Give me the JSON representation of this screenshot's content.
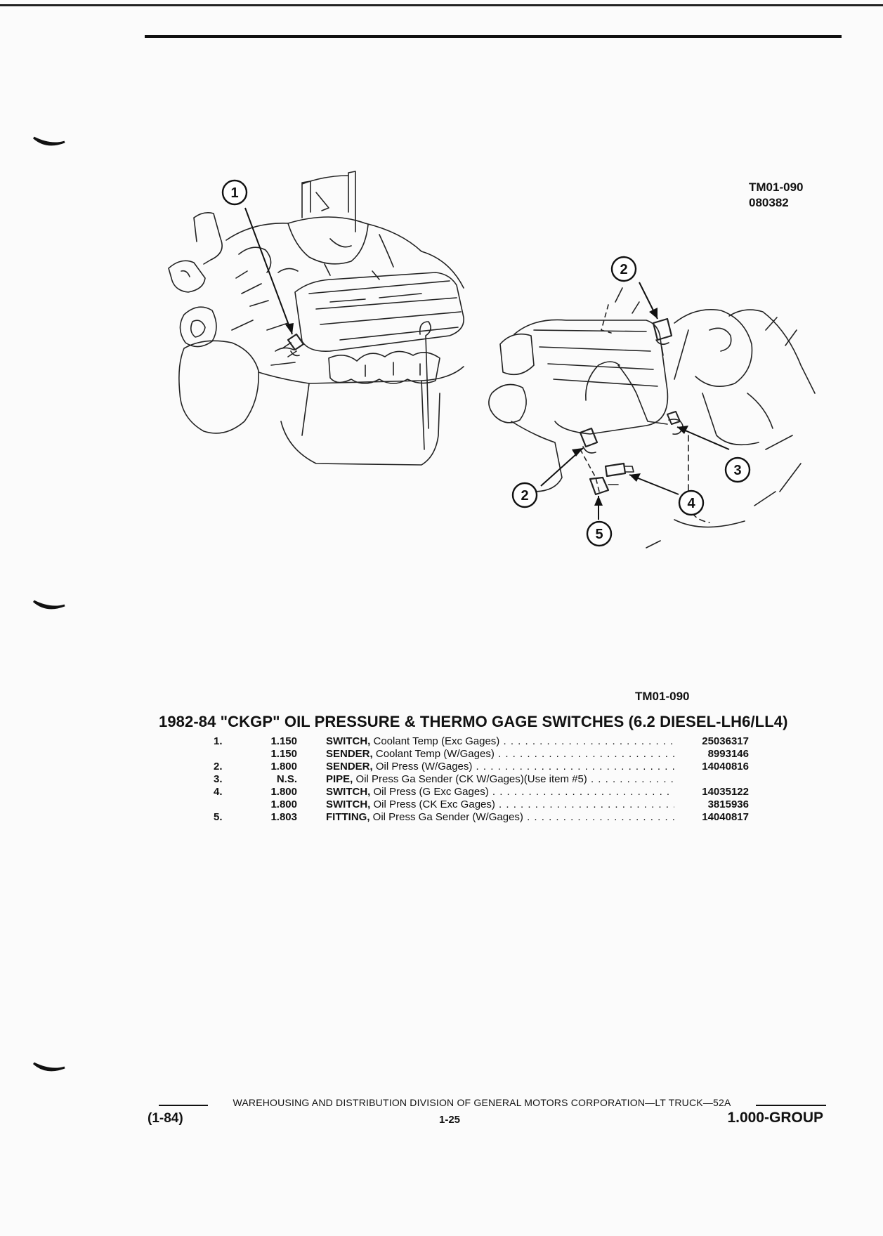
{
  "illustration": {
    "callouts_engine_left": [
      "1"
    ],
    "callouts_engine_right": [
      "2",
      "3",
      "2",
      "4",
      "5"
    ]
  },
  "header": {
    "illustration_ref": "TM01-090",
    "illustration_date": "080382"
  },
  "section": {
    "illustration_ref": "TM01-090",
    "title": "1982-84 \"CKGP\" OIL PRESSURE & THERMO GAGE SWITCHES (6.2 DIESEL-LH6/LL4)"
  },
  "parts": [
    {
      "item": "1.",
      "group": "1.150",
      "name": "SWITCH,",
      "desc": "Coolant Temp (Exc Gages)",
      "part_no": "25036317"
    },
    {
      "item": "",
      "group": "1.150",
      "name": "SENDER,",
      "desc": "Coolant Temp (W/Gages)",
      "part_no": "8993146"
    },
    {
      "item": "2.",
      "group": "1.800",
      "name": "SENDER,",
      "desc": "Oil Press (W/Gages)",
      "part_no": "14040816"
    },
    {
      "item": "3.",
      "group": "N.S.",
      "name": "PIPE,",
      "desc": "Oil Press Ga Sender (CK W/Gages)(Use item #5)",
      "part_no": ""
    },
    {
      "item": "4.",
      "group": "1.800",
      "name": "SWITCH,",
      "desc": "Oil Press (G Exc Gages)",
      "part_no": "14035122"
    },
    {
      "item": "",
      "group": "1.800",
      "name": "SWITCH,",
      "desc": "Oil Press (CK Exc Gages)",
      "part_no": "3815936"
    },
    {
      "item": "5.",
      "group": "1.803",
      "name": "FITTING,",
      "desc": "Oil Press Ga Sender (W/Gages)",
      "part_no": "14040817"
    }
  ],
  "footer": {
    "publisher": "WAREHOUSING AND DISTRIBUTION DIVISION OF GENERAL MOTORS CORPORATION—LT TRUCK—52A",
    "date": "(1-84)",
    "page": "1-25",
    "group": "1.000-GROUP"
  }
}
